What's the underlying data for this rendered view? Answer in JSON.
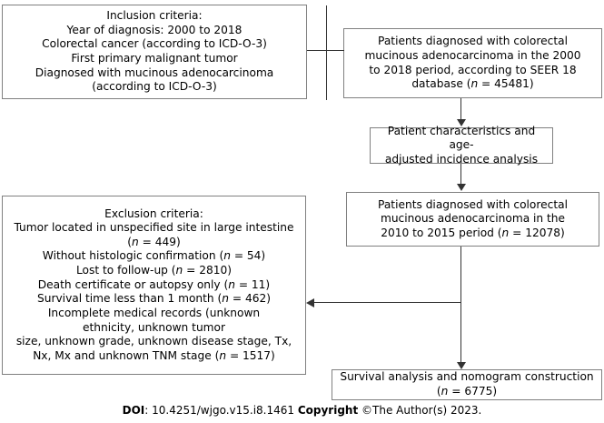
{
  "figure": {
    "type": "flowchart",
    "title": "Study cohort selection flow diagram",
    "orientation": "two-column"
  },
  "boxes": {
    "inclusion": {
      "name": "inclusion-criteria-box",
      "heading": "Inclusion criteria:",
      "lines": [
        "Inclusion criteria:",
        "Year of diagnosis: 2000 to 2018",
        "Colorectal cancer (according to ICD-O-3)",
        "First primary malignant tumor",
        "Diagnosed with mucinous adenocarcinoma",
        "(according to ICD-O-3)"
      ],
      "text": "Inclusion criteria:\nYear of diagnosis: 2000 to 2018\nColorectal cancer (according to ICD-O-3)\nFirst primary malignant tumor\nDiagnosed with mucinous adenocarcinoma\n(according to ICD-O-3)"
    },
    "seer_cohort": {
      "name": "seer-cohort-box",
      "line1": "Patients diagnosed with colorectal",
      "line2": "mucinous adenocarcinoma in the 2000",
      "line3": "to 2018 period, according to SEER 18",
      "line4_prefix": "database (",
      "line4_n": "n",
      "line4_value": " = 45481)",
      "n_label": "n",
      "n_value": "45481"
    },
    "characteristics": {
      "name": "patient-characteristics-box",
      "line1": "Patient characteristics and age-",
      "line2": "adjusted incidence analysis",
      "text": "Patient characteristics and age-adjusted incidence analysis"
    },
    "study_cohort": {
      "name": "study-cohort-box",
      "line1": "Patients diagnosed with colorectal",
      "line2": "mucinous adenocarcinoma in the",
      "line3_prefix": "2010 to 2015 period (",
      "line3_n": "n",
      "line3_value": " = 12078)",
      "n_label": "n",
      "n_value": "12078"
    },
    "exclusion": {
      "name": "exclusion-criteria-box",
      "heading": "Exclusion criteria:",
      "items": [
        {
          "text_before": "Tumor located in unspecified site in large intestine",
          "wrap": "(",
          "n": "n",
          "text_after": " = 449)"
        },
        {
          "text_before": "Without histologic confirmation (",
          "n": "n",
          "text_after": " = 54)"
        },
        {
          "text_before": "Lost to follow-up (",
          "n": "n",
          "text_after": " = 2810)"
        },
        {
          "text_before": "Death certificate or autopsy only (",
          "n": "n",
          "text_after": " = 11)"
        },
        {
          "text_before": "Survival time less than 1 month (",
          "n": "n",
          "text_after": " = 462)"
        }
      ],
      "incomplete_line1": "Incomplete medical records (unknown",
      "incomplete_line2": "ethnicity, unknown tumor",
      "incomplete_line3": "size, unknown grade, unknown disease stage, Tx,",
      "incomplete_line4_prefix": "Nx, Mx and unknown TNM stage (",
      "incomplete_line4_n": "n",
      "incomplete_line4_value": " = 1517)"
    },
    "survival": {
      "name": "survival-analysis-box",
      "line1": "Survival analysis and nomogram construction",
      "line2_prefix": "(",
      "line2_n": "n",
      "line2_value": " = 6775)",
      "n_label": "n",
      "n_value": "6775"
    }
  },
  "footer": {
    "doi_label": "DOI",
    "doi_value": ": 10.4251/wjgo.v15.i8.1461 ",
    "copyright_label": "Copyright",
    "copyright_value": " ©The Author(s) 2023."
  },
  "colors": {
    "box_border": "#808080",
    "connector": "#333333",
    "text": "#000000",
    "background": "#ffffff"
  }
}
